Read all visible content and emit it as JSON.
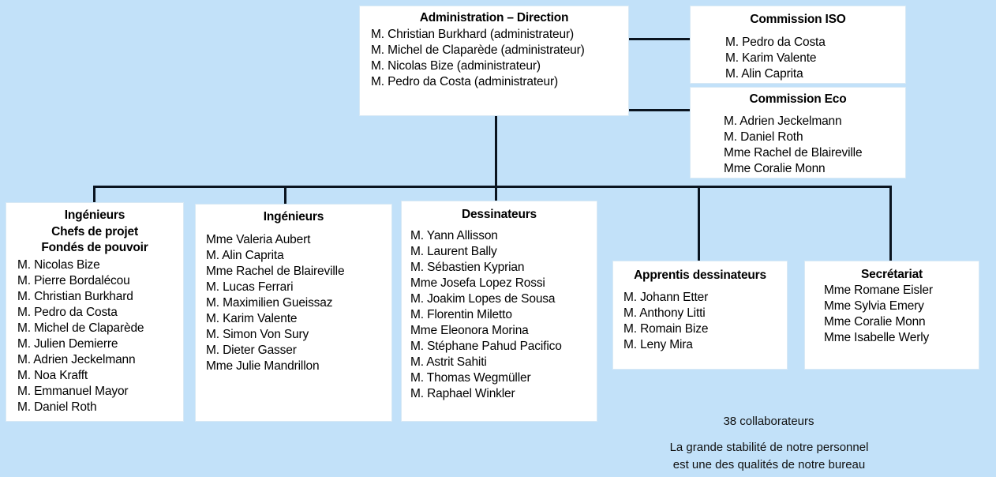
{
  "page": {
    "background_color": "#c2e1f9",
    "box_background_color": "#ffffff",
    "box_border_color": "#d8e9f5",
    "connector_color": "#0a1420",
    "text_color": "#000000"
  },
  "boxes": {
    "administration": {
      "title": "Administration – Direction",
      "members": [
        "M. Christian Burkhard (administrateur)",
        "M. Michel de Claparède (administrateur)",
        "M. Nicolas Bize (administrateur)",
        "M. Pedro da Costa (administrateur)"
      ]
    },
    "commission_iso": {
      "title": "Commission ISO",
      "members": [
        "M. Pedro da Costa",
        "M. Karim Valente",
        "M. Alin Caprita"
      ]
    },
    "commission_eco": {
      "title": "Commission Eco",
      "members": [
        "M. Adrien Jeckelmann",
        "M. Daniel Roth",
        "Mme Rachel de Blaireville",
        "Mme Coralie Monn"
      ]
    },
    "ingenieurs_chefs": {
      "title_line_1": "Ingénieurs",
      "title_line_2": "Chefs de projet",
      "title_line_3": "Fondés de pouvoir",
      "members": [
        "M. Nicolas Bize",
        "M. Pierre Bordalécou",
        "M. Christian Burkhard",
        "M. Pedro da Costa",
        "M. Michel de Claparède",
        "M. Julien Demierre",
        "M. Adrien Jeckelmann",
        "M. Noa Krafft",
        "M. Emmanuel Mayor",
        "M. Daniel Roth"
      ]
    },
    "ingenieurs": {
      "title": "Ingénieurs",
      "members": [
        "Mme Valeria Aubert",
        "M. Alin Caprita",
        "Mme Rachel de Blaireville",
        "M. Lucas Ferrari",
        "M. Maximilien Gueissaz",
        "M. Karim Valente",
        "M. Simon Von Sury",
        "M. Dieter Gasser",
        "Mme Julie Mandrillon"
      ]
    },
    "dessinateurs": {
      "title": "Dessinateurs",
      "members": [
        "M. Yann Allisson",
        "M. Laurent Bally",
        "M. Sébastien Kyprian",
        "Mme Josefa Lopez Rossi",
        "M. Joakim Lopes de Sousa",
        "M. Florentin Miletto",
        "Mme Eleonora Morina",
        "M. Stéphane Pahud Pacifico",
        "M. Astrit Sahiti",
        "M. Thomas Wegmüller",
        "M. Raphael Winkler"
      ]
    },
    "apprentis": {
      "title": "Apprentis dessinateurs",
      "members": [
        "M. Johann Etter",
        "M. Anthony Litti",
        "M. Romain Bize",
        "M. Leny Mira"
      ]
    },
    "secretariat": {
      "title": "Secrétariat",
      "members": [
        "Mme Romane Eisler",
        "Mme Sylvia Emery",
        "Mme Coralie Monn",
        "Mme Isabelle Werly"
      ]
    }
  },
  "notes": {
    "headcount": "38 collaborateurs",
    "stability_line_1": "La grande stabilité de notre personnel",
    "stability_line_2": "est une des qualités de notre bureau"
  }
}
